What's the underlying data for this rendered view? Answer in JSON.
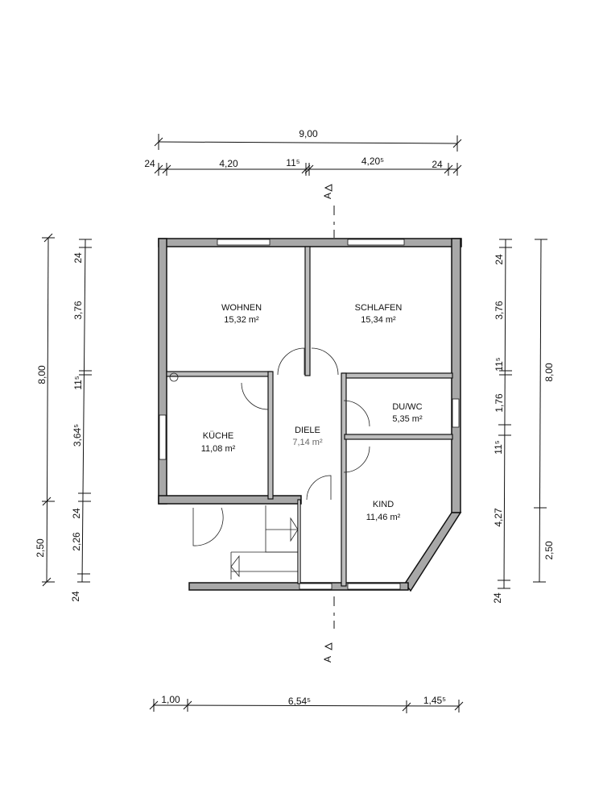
{
  "title_block": null,
  "dimensions": {
    "top": {
      "overall": "9,00",
      "segments": [
        "24",
        "4,20",
        "11⁵",
        "4,20⁵",
        "24"
      ]
    },
    "left": {
      "overall": [
        "8,00",
        "2,50"
      ],
      "segments": [
        "24",
        "3,76",
        "11⁵",
        "3,64⁵",
        "24",
        "2,26",
        "24"
      ]
    },
    "right": {
      "overall": [
        "8,00",
        "2,50"
      ],
      "segments": [
        "24",
        "3,76",
        "11⁵",
        "1,76",
        "11⁵",
        "4,27",
        "24"
      ]
    },
    "bottom": {
      "segments": [
        "1,00",
        "6,54⁵",
        "1,45⁵"
      ]
    }
  },
  "section_marker": {
    "label": "A"
  },
  "rooms": [
    {
      "name": "WOHNEN",
      "area": "15,32 m²"
    },
    {
      "name": "SCHLAFEN",
      "area": "15,34 m²"
    },
    {
      "name": "KÜCHE",
      "area": "11,08 m²"
    },
    {
      "name": "DIELE",
      "area": "7,14 m²"
    },
    {
      "name": "DU/WC",
      "area": "5,35 m²"
    },
    {
      "name": "KIND",
      "area": "11,46 m²"
    }
  ]
}
